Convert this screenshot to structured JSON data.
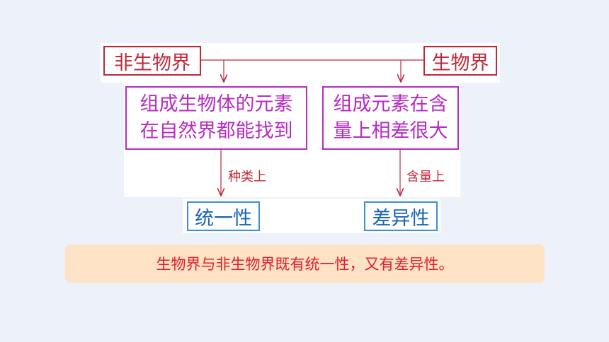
{
  "diagram": {
    "node_nonliving": "非生物界",
    "node_living": "生物界",
    "node_elements_found": [
      "组成生物体的元素",
      "在自然界都能找到"
    ],
    "node_content_differs": [
      "组成元素在含",
      "量上相差很大"
    ],
    "edge_kind": "种类上",
    "edge_content": "含量上",
    "node_unity": "统一性",
    "node_difference": "差异性"
  },
  "conclusion": "生物界与非生物界既有统一性，又有差异性。",
  "colors": {
    "background": "#edf2fa",
    "red": "#c0283a",
    "magenta": "#b82bc4",
    "blue": "#1565b5",
    "banner": "#fde2c5",
    "banner_text": "#e0202a"
  }
}
